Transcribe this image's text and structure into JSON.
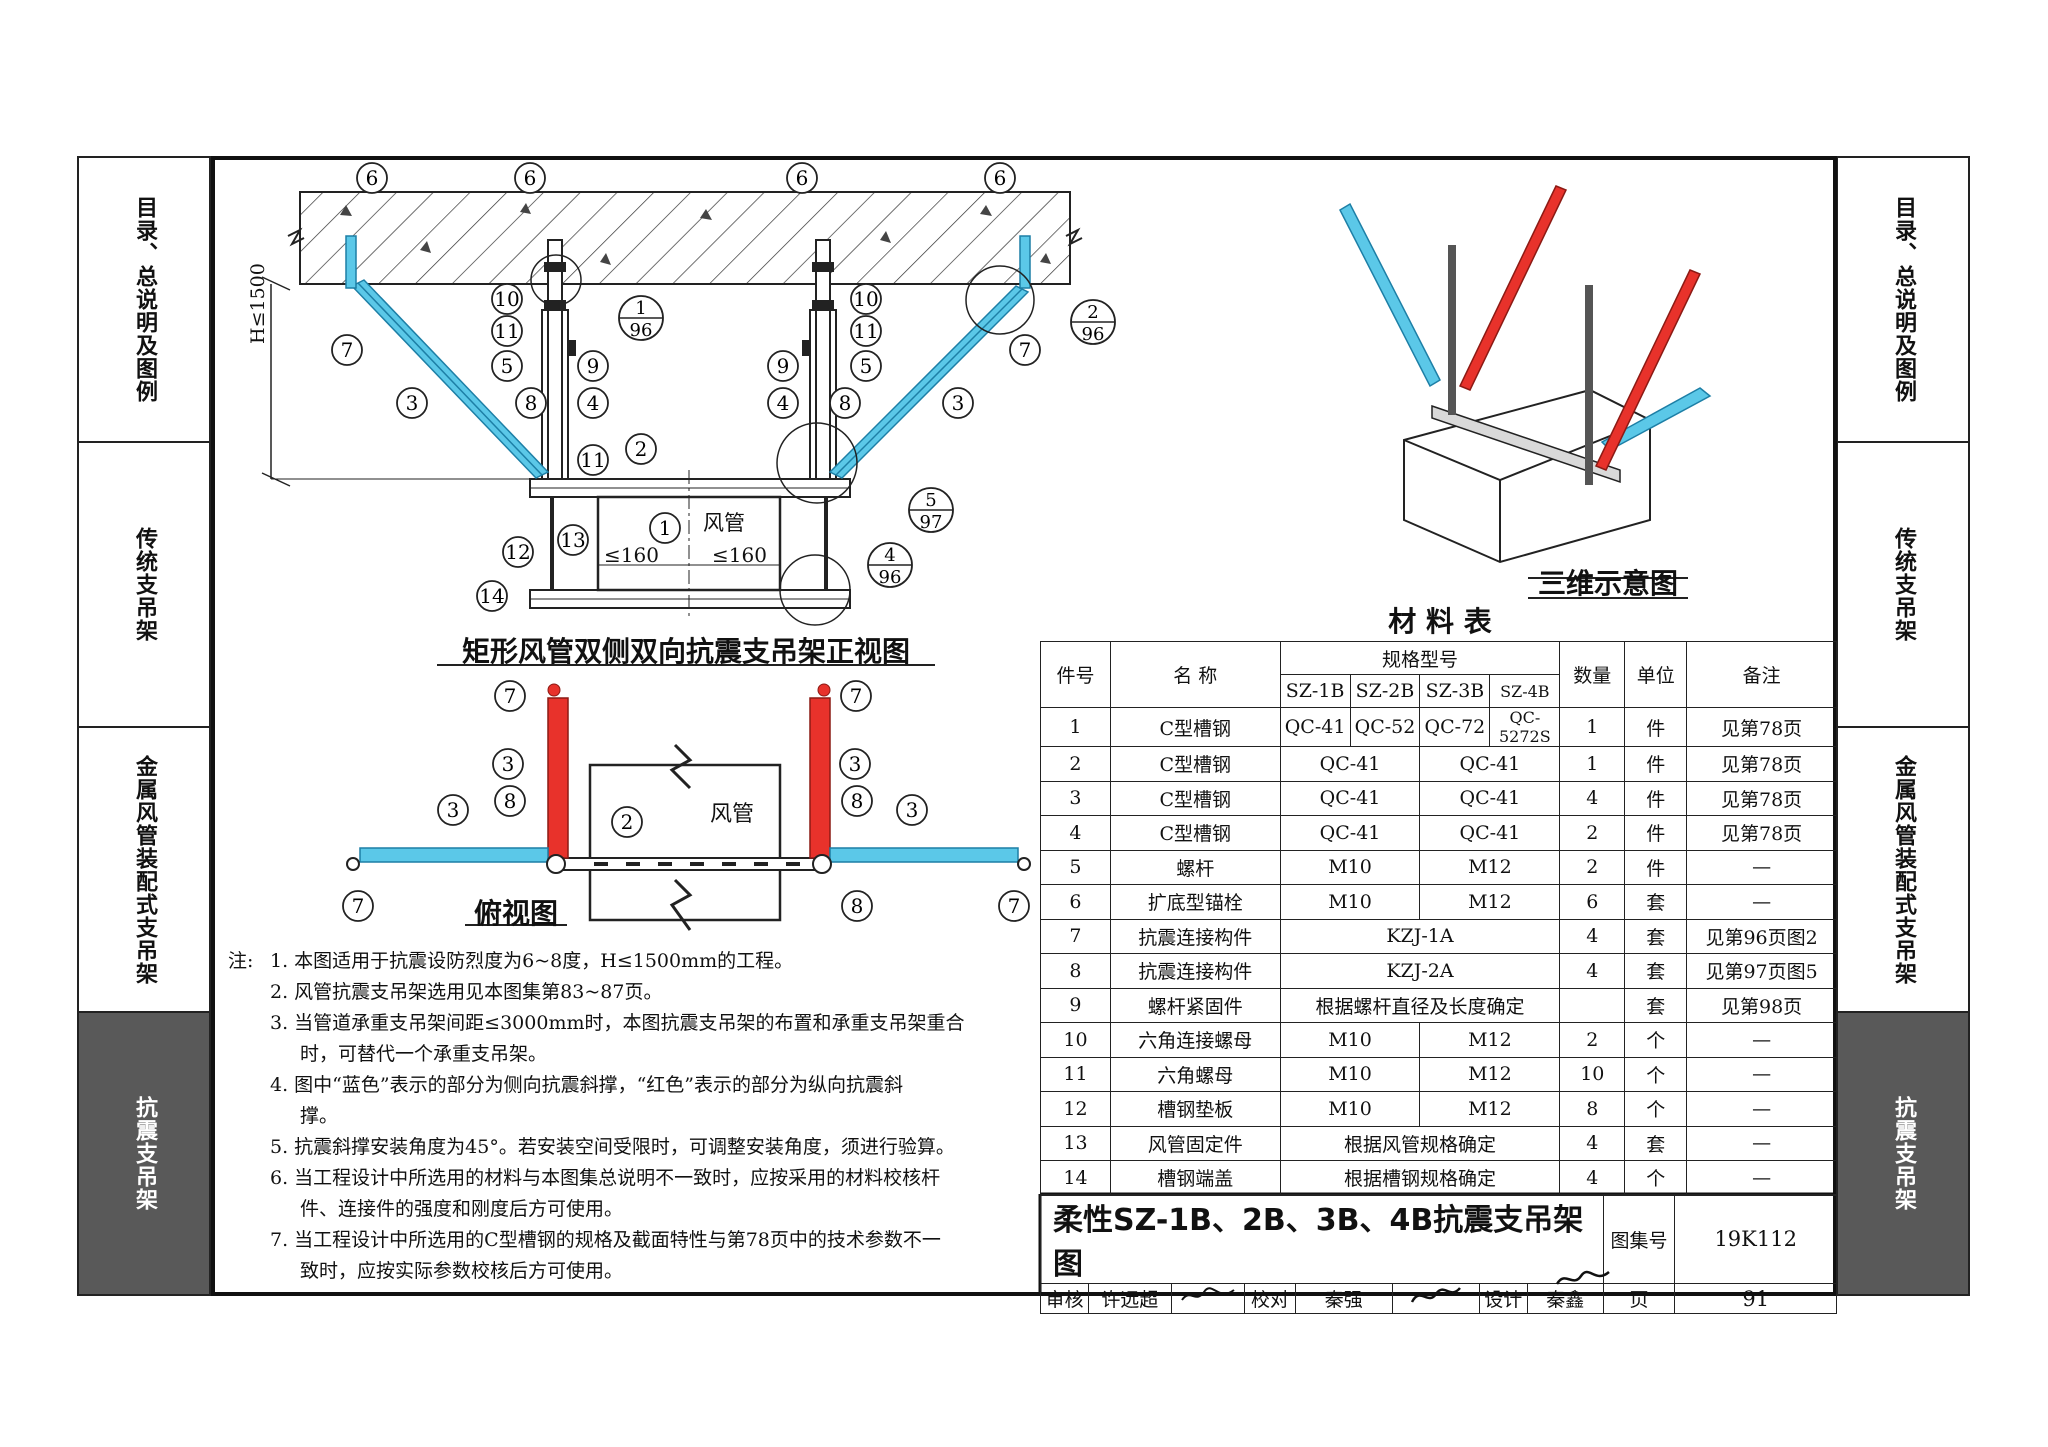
{
  "side_tabs_left": [
    {
      "label": "目录、总说明及图例",
      "active": false
    },
    {
      "label": "传统支吊架",
      "active": false
    },
    {
      "label": "金属风管装配式支吊架",
      "active": false
    },
    {
      "label": "抗震支吊架",
      "active": true
    }
  ],
  "side_tabs_right": [
    {
      "label": "目录、总说明及图例",
      "active": false
    },
    {
      "label": "传统支吊架",
      "active": false
    },
    {
      "label": "金属风管装配式支吊架",
      "active": false
    },
    {
      "label": "抗震支吊架",
      "active": true
    }
  ],
  "front_view": {
    "title": "矩形风管双侧双向抗震支吊架正视图",
    "height_label": "H≤1500",
    "duct_label": "风管",
    "dim_left": "≤160",
    "dim_right": "≤160",
    "callouts": [
      "6",
      "6",
      "6",
      "6",
      "10",
      "11",
      "5",
      "8",
      "4",
      "9",
      "10",
      "11",
      "5",
      "9",
      "4",
      "8",
      "7",
      "3",
      "7",
      "3",
      "11",
      "2",
      "12",
      "13",
      "1",
      "14"
    ],
    "detail_refs": [
      {
        "num": "1",
        "page": "96"
      },
      {
        "num": "2",
        "page": "96"
      },
      {
        "num": "5",
        "page": "97"
      },
      {
        "num": "4",
        "page": "96"
      }
    ]
  },
  "top_view": {
    "title": "俯视图",
    "duct_label": "风管",
    "callouts": [
      "7",
      "3",
      "8",
      "3",
      "7",
      "7",
      "3",
      "8",
      "3",
      "7",
      "2",
      "8"
    ]
  },
  "iso_view": {
    "title": "三维示意图"
  },
  "material_table": {
    "title": "材 料 表",
    "headers": {
      "item": "件号",
      "name": "名 称",
      "spec": "规格型号",
      "models": [
        "SZ-1B",
        "SZ-2B",
        "SZ-3B",
        "SZ-4B"
      ],
      "qty": "数量",
      "unit": "单位",
      "remark": "备注"
    },
    "rows": [
      {
        "no": "1",
        "name": "C型槽钢",
        "s1": "QC-41",
        "s2": "QC-52",
        "s3": "QC-72",
        "s4": "QC-5272S",
        "qty": "1",
        "unit": "件",
        "remark": "见第78页"
      },
      {
        "no": "2",
        "name": "C型槽钢",
        "a": "QC-41",
        "b": "QC-41",
        "qty": "1",
        "unit": "件",
        "remark": "见第78页"
      },
      {
        "no": "3",
        "name": "C型槽钢",
        "a": "QC-41",
        "b": "QC-41",
        "qty": "4",
        "unit": "件",
        "remark": "见第78页"
      },
      {
        "no": "4",
        "name": "C型槽钢",
        "a": "QC-41",
        "b": "QC-41",
        "qty": "2",
        "unit": "件",
        "remark": "见第78页"
      },
      {
        "no": "5",
        "name": "螺杆",
        "a": "M10",
        "b": "M12",
        "qty": "2",
        "unit": "件",
        "remark": "—"
      },
      {
        "no": "6",
        "name": "扩底型锚栓",
        "a": "M10",
        "b": "M12",
        "qty": "6",
        "unit": "套",
        "remark": "—"
      },
      {
        "no": "7",
        "name": "抗震连接构件",
        "all": "KZJ-1A",
        "qty": "4",
        "unit": "套",
        "remark": "见第96页图2"
      },
      {
        "no": "8",
        "name": "抗震连接构件",
        "all": "KZJ-2A",
        "qty": "4",
        "unit": "套",
        "remark": "见第97页图5"
      },
      {
        "no": "9",
        "name": "螺杆紧固件",
        "all": "根据螺杆直径及长度确定",
        "qty": "",
        "unit": "套",
        "remark": "见第98页"
      },
      {
        "no": "10",
        "name": "六角连接螺母",
        "a": "M10",
        "b": "M12",
        "qty": "2",
        "unit": "个",
        "remark": "—"
      },
      {
        "no": "11",
        "name": "六角螺母",
        "a": "M10",
        "b": "M12",
        "qty": "10",
        "unit": "个",
        "remark": "—"
      },
      {
        "no": "12",
        "name": "槽钢垫板",
        "a": "M10",
        "b": "M12",
        "qty": "8",
        "unit": "个",
        "remark": "—"
      },
      {
        "no": "13",
        "name": "风管固定件",
        "all": "根据风管规格确定",
        "qty": "4",
        "unit": "套",
        "remark": "—"
      },
      {
        "no": "14",
        "name": "槽钢端盖",
        "all": "根据槽钢规格确定",
        "qty": "4",
        "unit": "个",
        "remark": "—"
      }
    ]
  },
  "notes": {
    "prefix": "注:",
    "items": [
      [
        "1. 本图适用于抗震设防烈度为6~8度，H≤1500mm的工程。"
      ],
      [
        "2. 风管抗震支吊架选用见本图集第83~87页。"
      ],
      [
        "3. 当管道承重支吊架间距≤3000mm时，本图抗震支吊架的布置和承重支吊架重合",
        "时，可替代一个承重支吊架。"
      ],
      [
        "4. 图中“蓝色”表示的部分为侧向抗震斜撑，“红色”表示的部分为纵向抗震斜",
        "撑。"
      ],
      [
        "5. 抗震斜撑安装角度为45°。若安装空间受限时，可调整安装角度，须进行验算。"
      ],
      [
        "6. 当工程设计中所选用的材料与本图集总说明不一致时，应按采用的材料校核杆",
        "件、连接件的强度和刚度后方可使用。"
      ],
      [
        "7. 当工程设计中所选用的C型槽钢的规格及截面特性与第78页中的技术参数不一",
        "致时，应按实际参数校核后方可使用。"
      ]
    ]
  },
  "title_block": {
    "drawing_title": "柔性SZ-1B、2B、3B、4B抗震支吊架图",
    "atlas_label": "图集号",
    "atlas_no": "19K112",
    "review_label": "审核",
    "reviewer": "许远超",
    "check_label": "校对",
    "checker": "秦强",
    "design_label": "设计",
    "designer": "秦鑫",
    "page_label": "页",
    "page_no": "91"
  },
  "colors": {
    "lateral_brace": "#5bc8e8",
    "longitudinal_brace": "#e8322b",
    "frame": "#111111",
    "active_tab": "#595959"
  }
}
